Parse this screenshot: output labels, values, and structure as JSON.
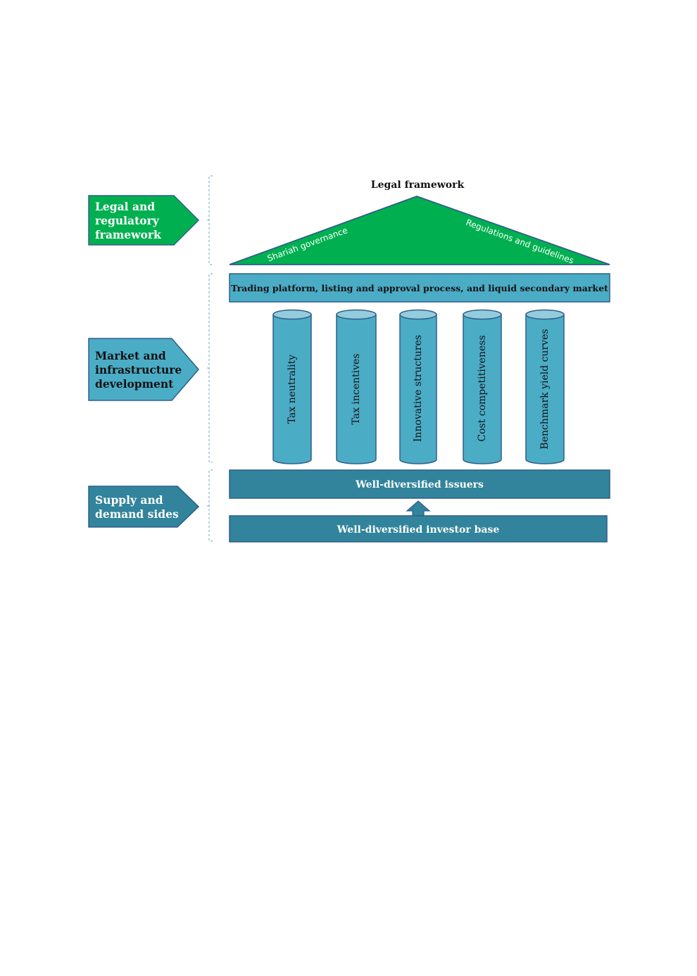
{
  "diagram": {
    "roof_title": "Legal framework",
    "roof_left_label": "Shariah governance",
    "roof_right_label": "Regulations and guidelines",
    "beam_label": "Trading platform, listing and approval process, and liquid secondary market",
    "pillars": [
      {
        "label": "Tax neutrality"
      },
      {
        "label": "Tax incentives"
      },
      {
        "label": "Innovative structures"
      },
      {
        "label": "Cost competitiveness"
      },
      {
        "label": "Benchmark yield curves"
      }
    ],
    "issuers_label": "Well-diversified issuers",
    "investors_label": "Well-diversified investor base"
  },
  "sections": [
    {
      "lines": [
        "Legal and",
        "regulatory",
        "framework"
      ]
    },
    {
      "lines": [
        "Market and",
        "infrastructure",
        "development"
      ]
    },
    {
      "lines": [
        "Supply and",
        "demand sides"
      ]
    }
  ],
  "colors": {
    "green": "#00b050",
    "green_dark": "#2e5a8e",
    "pillar": "#4bacc6",
    "pillar_top": "#93cddd",
    "teal": "#31849b",
    "outline": "#2f5f8a",
    "bracket": "#6fa0d0"
  }
}
